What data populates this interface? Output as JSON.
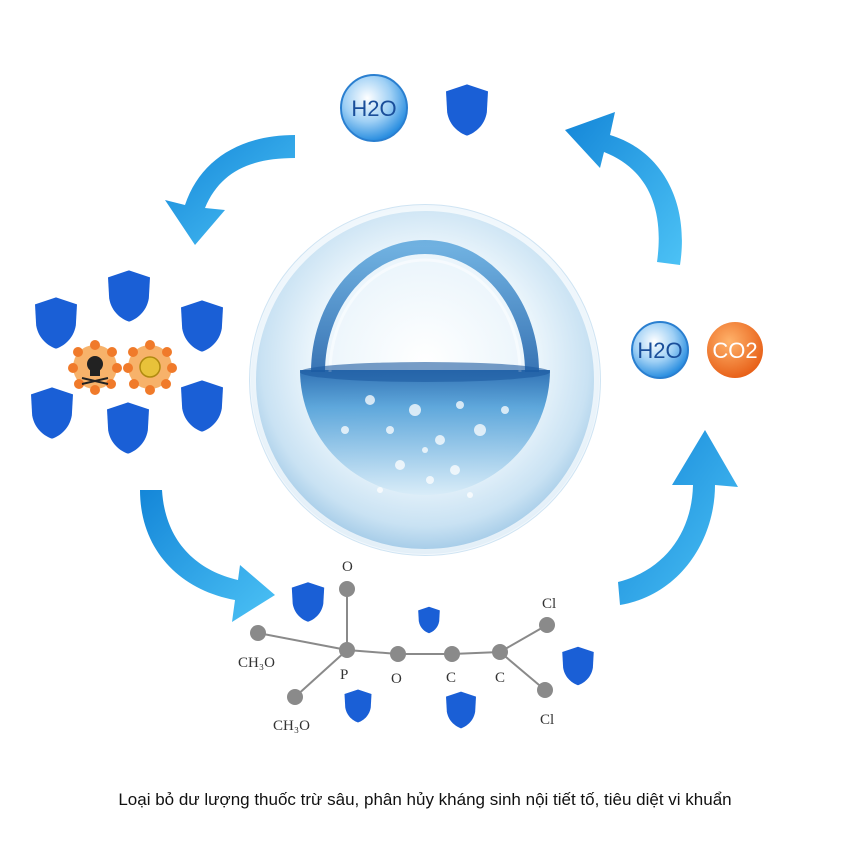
{
  "badges": {
    "top_h2o": "H2O",
    "right_h2o": "H2O",
    "right_co2": "CO2"
  },
  "molecule": {
    "o_top": "O",
    "p": "P",
    "o_mid": "O",
    "c1": "C",
    "c2": "C",
    "cl_top": "Cl",
    "cl_bottom": "Cl",
    "ch3o_upper": "CH₃O",
    "ch3o_lower": "CH₃O"
  },
  "caption": "Loại bỏ dư lượng thuốc trừ sâu, phân hủy kháng sinh nội tiết tố, tiêu diệt vi khuẩn",
  "colors": {
    "arrow": "#1ea0e6",
    "shield": "#1a5fd6",
    "co2": "#f07a2a",
    "h2o": "#2a8ee0",
    "atom": "#8a8a8a"
  }
}
